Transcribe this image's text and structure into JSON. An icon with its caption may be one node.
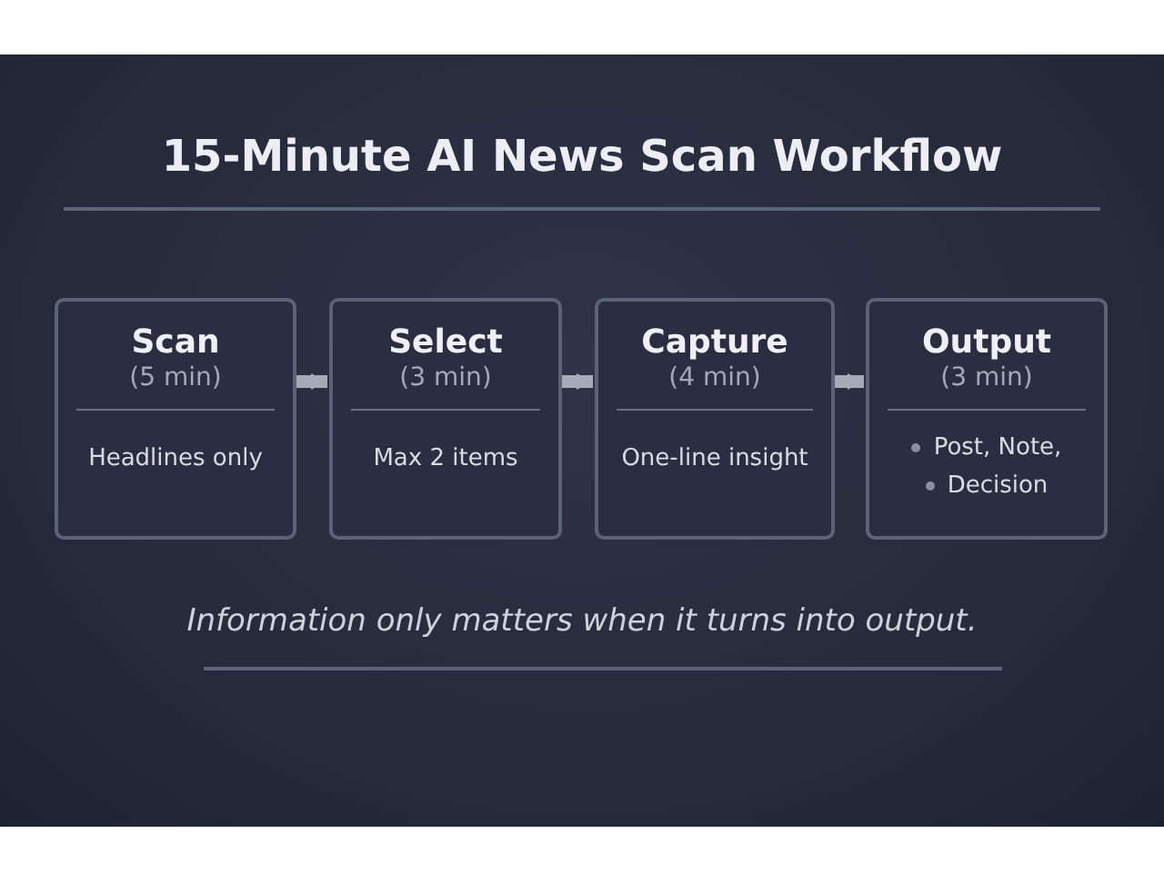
{
  "diagram": {
    "title": "15-Minute AI News Scan Workflow",
    "nodes": [
      {
        "text": [
          "Scan",
          "(5 min)",
          "Headlines only"
        ]
      },
      {
        "text": [
          "Select",
          "(3 min)",
          "Max 2 items"
        ]
      },
      {
        "text": [
          "Capture",
          "(4 min)",
          "One-line insight"
        ]
      },
      {
        "text": [
          "Output",
          "(3 min)",
          "Post, Note,",
          "Decision"
        ]
      }
    ],
    "edges": [
      {
        "from": 0,
        "to": 1,
        "arrow": "to"
      },
      {
        "from": 1,
        "to": 2,
        "arrow": "to"
      },
      {
        "from": 2,
        "to": 3,
        "arrow": "to"
      }
    ],
    "caption": "Information only matters when it turns into output."
  }
}
